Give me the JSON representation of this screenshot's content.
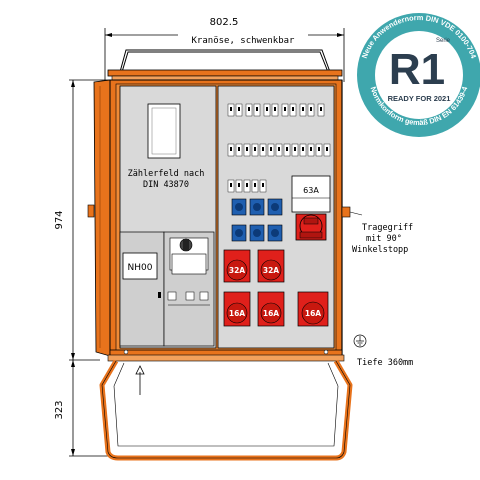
{
  "dimensions": {
    "width": "802.5",
    "height_cabinet": "974",
    "height_stand": "323"
  },
  "labels": {
    "crane_eye": "Kranöse, schwenkbar",
    "meter_field_line1": "Zählerfeld nach",
    "meter_field_line2": "DIN 43870",
    "fuse_label": "NH00",
    "main_breaker": "63A",
    "handle_line1": "Tragegriff",
    "handle_line2": "mit 90°",
    "handle_line3": "Winkelstopp",
    "depth": "Tiefe 360mm"
  },
  "cee_sockets": [
    {
      "label": "32A"
    },
    {
      "label": "32A"
    },
    {
      "label": "16A"
    },
    {
      "label": "16A"
    },
    {
      "label": "16A"
    }
  ],
  "badge": {
    "series": "R1",
    "series_prefix": "Serie",
    "ready": "READY FOR 2021",
    "ring_top": "Neue Anwendernorm DIN VDE 0100-704",
    "ring_bottom": "Normkonform gemäß DIN EN 61439-4"
  },
  "colors": {
    "cabinet_orange": "#e8731c",
    "panel_grey": "#d9d9d9",
    "cee_red": "#e0201b",
    "schuko_blue": "#1f5fb0",
    "badge_teal": "#3fa7ad",
    "badge_dark": "#2c3e4f"
  },
  "icons": [
    "earth-ground-icon",
    "arrow-up-icon"
  ]
}
